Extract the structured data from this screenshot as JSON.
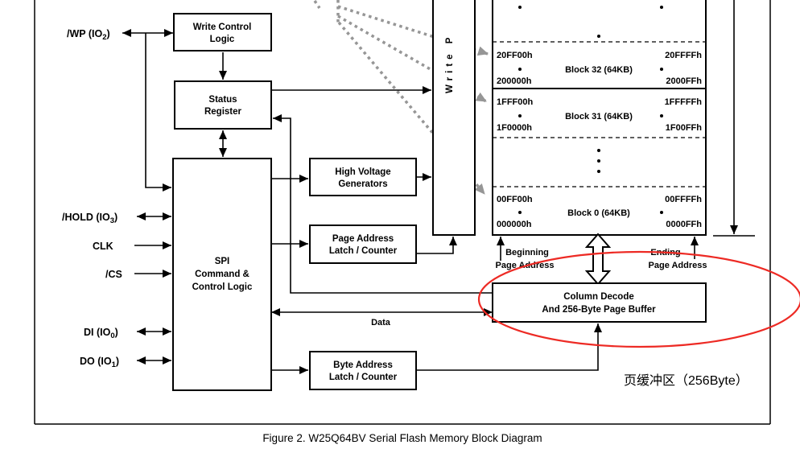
{
  "figure": {
    "caption": "Figure 2. W25Q64BV Serial Flash Memory Block Diagram"
  },
  "signals": [
    {
      "pre": "/WP (IO",
      "sub": "2",
      "post": ")"
    },
    {
      "pre": "/HOLD (IO",
      "sub": "3",
      "post": ")"
    },
    {
      "pre": "CLK"
    },
    {
      "pre": "/CS"
    },
    {
      "pre": "DI (IO",
      "sub": "0",
      "post": ")"
    },
    {
      "pre": "DO (IO",
      "sub": "1",
      "post": ")"
    }
  ],
  "blocks": {
    "write_control": [
      "Write Control",
      "Logic"
    ],
    "status_register": [
      "Status",
      "Register"
    ],
    "spi": [
      "SPI",
      "Command &",
      "Control Logic"
    ],
    "high_voltage": [
      "High Voltage",
      "Generators"
    ],
    "page_address": [
      "Page Address",
      "Latch / Counter"
    ],
    "byte_address": [
      "Byte Address",
      "Latch / Counter"
    ],
    "write_protect_vertical": "Write P",
    "column_decode": [
      "Column Decode",
      "And 256-Byte Page Buffer"
    ]
  },
  "memory": {
    "blocks": [
      {
        "name": "Block 32 (64KB)",
        "top_left": "20FF00h",
        "bottom_left": "200000h",
        "top_right": "20FFFFh",
        "bottom_right": "2000FFh"
      },
      {
        "name": "Block 31 (64KB)",
        "top_left": "1FFF00h",
        "bottom_left": "1F0000h",
        "top_right": "1FFFFFh",
        "bottom_right": "1F00FFh"
      },
      {
        "name": "Block 0 (64KB)",
        "top_left": "00FF00h",
        "bottom_left": "000000h",
        "top_right": "00FFFFh",
        "bottom_right": "0000FFh"
      }
    ],
    "beginning_label": [
      "Beginning",
      "Page Address"
    ],
    "ending_label": [
      "Ending",
      "Page Address"
    ]
  },
  "labels": {
    "data_bus": "Data"
  },
  "annotation": {
    "page_buffer_note": "页缓冲区（256Byte）",
    "red": "#ed2a24"
  },
  "colors": {
    "line": "#000000",
    "dotted_gray": "#969696",
    "background": "#ffffff"
  }
}
